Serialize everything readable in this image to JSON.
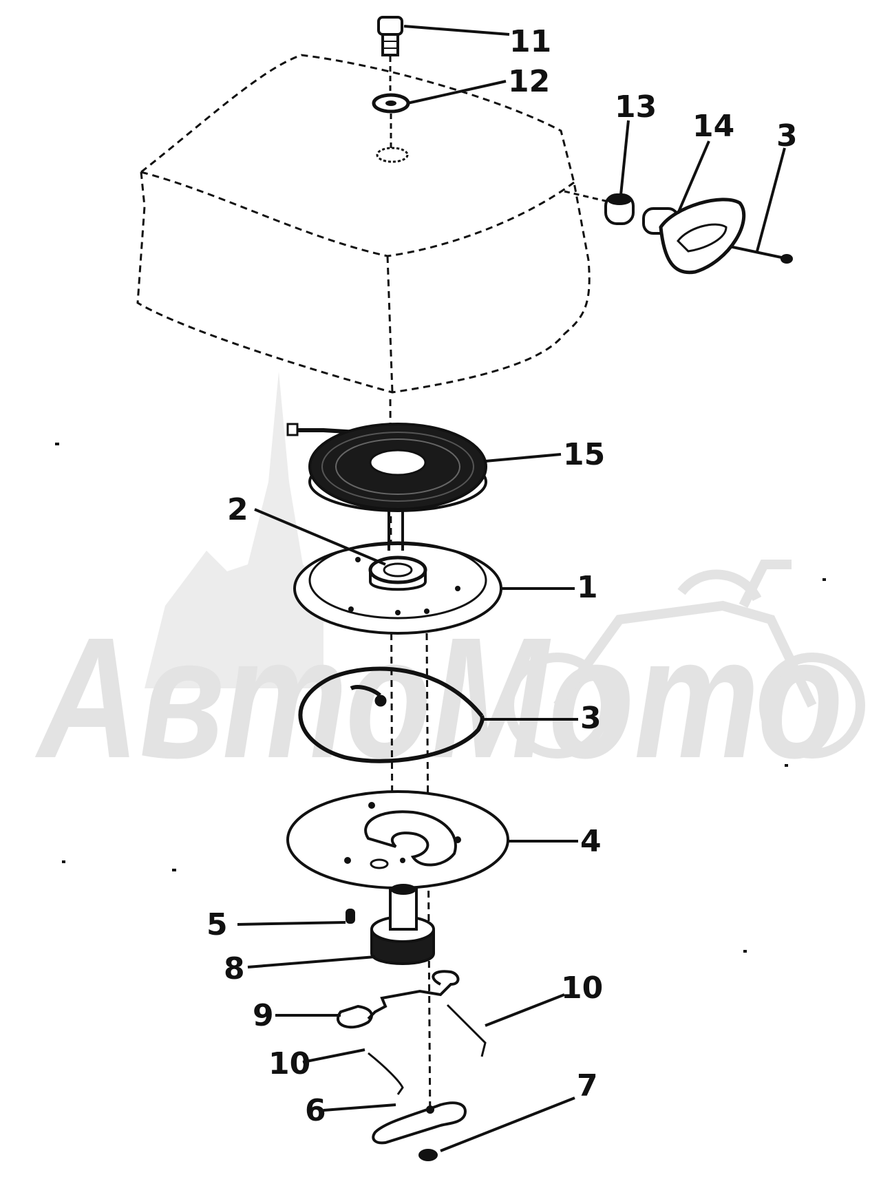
{
  "diagram": {
    "watermark": "АвтоМото",
    "callouts": {
      "c1": "1",
      "c2": "2",
      "c3a": "3",
      "c3b": "3",
      "c4": "4",
      "c5": "5",
      "c6": "6",
      "c7": "7",
      "c8": "8",
      "c9": "9",
      "c10a": "10",
      "c10b": "10",
      "c11": "11",
      "c12": "12",
      "c13": "13",
      "c14": "14",
      "c15": "15"
    },
    "colors": {
      "ink": "#111111",
      "watermark": "#e3e3e3",
      "background": "#ffffff"
    }
  }
}
